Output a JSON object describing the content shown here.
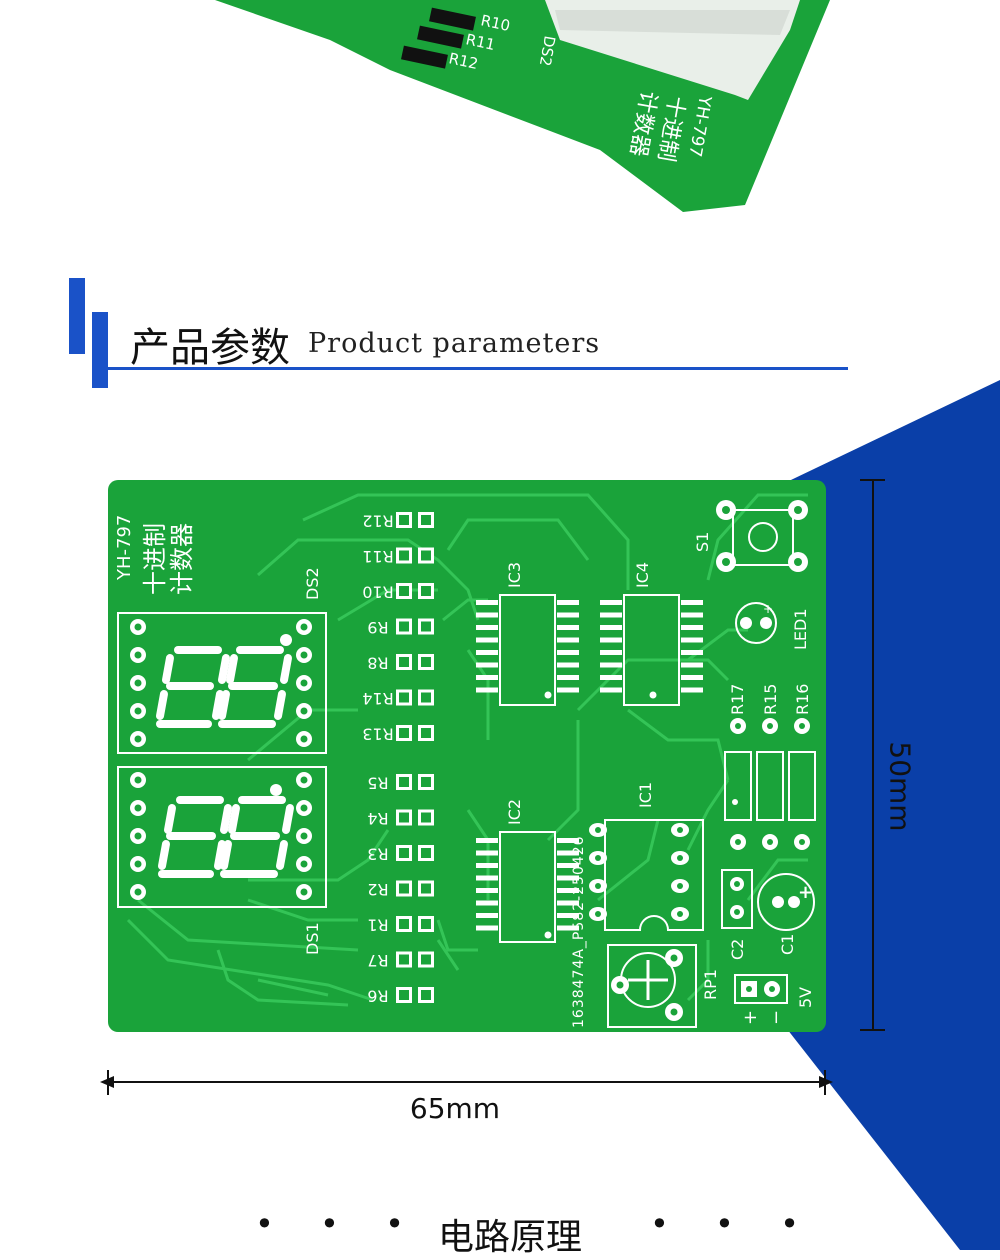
{
  "section": {
    "title_cn": "产品参数",
    "title_en": "Product parameters"
  },
  "dimensions": {
    "width": "65mm",
    "height": "50mm"
  },
  "footer": {
    "title": "电路原理",
    "dots_left": "• • •",
    "dots_right": "• • •"
  },
  "top_board": {
    "labels": [
      "R10",
      "R11",
      "R12",
      "DS2"
    ],
    "model": "YH-797",
    "name_line1": "十进制",
    "name_line2": "计数器"
  },
  "board": {
    "model": "YH-797",
    "name_line1": "十进制",
    "name_line2": "计数器",
    "resistors_top": [
      "R12",
      "R11",
      "R10",
      "R9",
      "R8",
      "R14",
      "R13"
    ],
    "resistors_bottom": [
      "R5",
      "R4",
      "R3",
      "R2",
      "R1",
      "R7",
      "R6"
    ],
    "ds1": "DS1",
    "ds2": "DS2",
    "ic1": "IC1",
    "ic2": "IC2",
    "ic3": "IC3",
    "ic4": "IC4",
    "s1": "S1",
    "led1": "LED1",
    "r17": "R17",
    "r15": "R15",
    "r16": "R16",
    "c1": "C1",
    "c2": "C2",
    "rp1": "RP1",
    "serial": "1638474A_P582-250426",
    "plus": "+",
    "minus": "−",
    "voltage": "5V"
  },
  "colors": {
    "pcb": "#1aa33a",
    "pcb_trace": "#2fbf4f",
    "silk": "#ffffff",
    "blue": "#1a52c8",
    "deco_blue": "#0a3fa8"
  }
}
